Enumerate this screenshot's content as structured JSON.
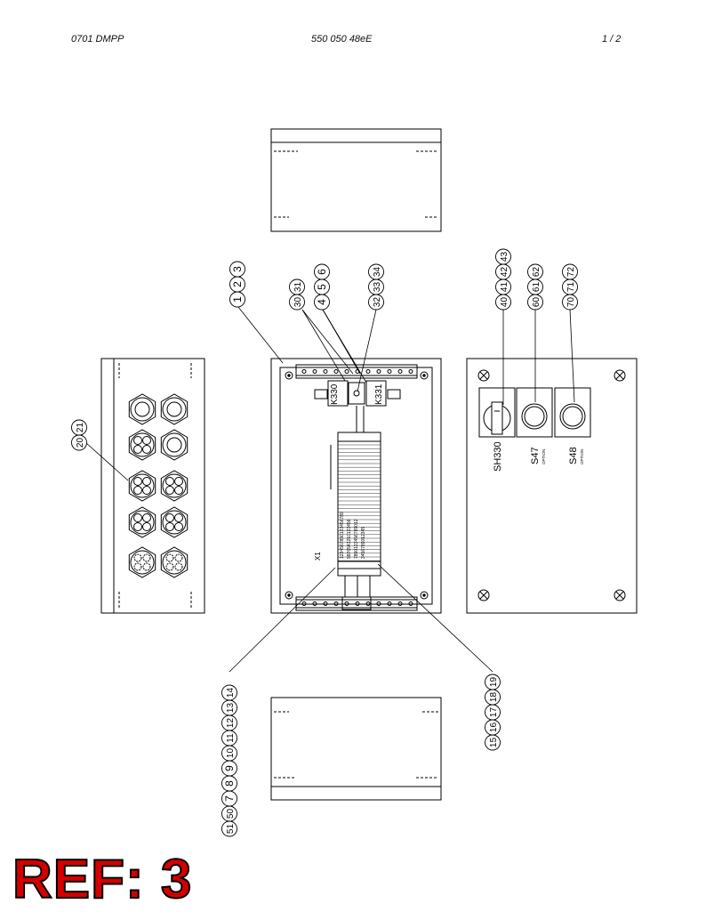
{
  "header": {
    "left": "0701 DMPP",
    "center": "550 050 48eE",
    "right": "1 /  2"
  },
  "ref_label": "REF: 3",
  "callouts": {
    "g123": [
      "1",
      "2",
      "3"
    ],
    "g3031": [
      "30",
      "31"
    ],
    "g456": [
      "4",
      "5",
      "6"
    ],
    "g323334": [
      "32",
      "33",
      "34"
    ],
    "g40": [
      "40",
      "41",
      "42",
      "43"
    ],
    "g60": [
      "60",
      "61",
      "62"
    ],
    "g70": [
      "70",
      "71",
      "72"
    ],
    "g2021": [
      "20",
      "21"
    ],
    "g5_14": [
      "51",
      "50",
      "7",
      "8",
      "9",
      "10",
      "11",
      "12",
      "13",
      "14"
    ],
    "g15_19": [
      "15",
      "16",
      "17",
      "18",
      "19"
    ]
  },
  "labels": {
    "k330": "K330",
    "k331": "K331",
    "x1": "X1",
    "sh330": "SH330",
    "s47": "S47",
    "s48": "S48",
    "option": "OPTION"
  }
}
